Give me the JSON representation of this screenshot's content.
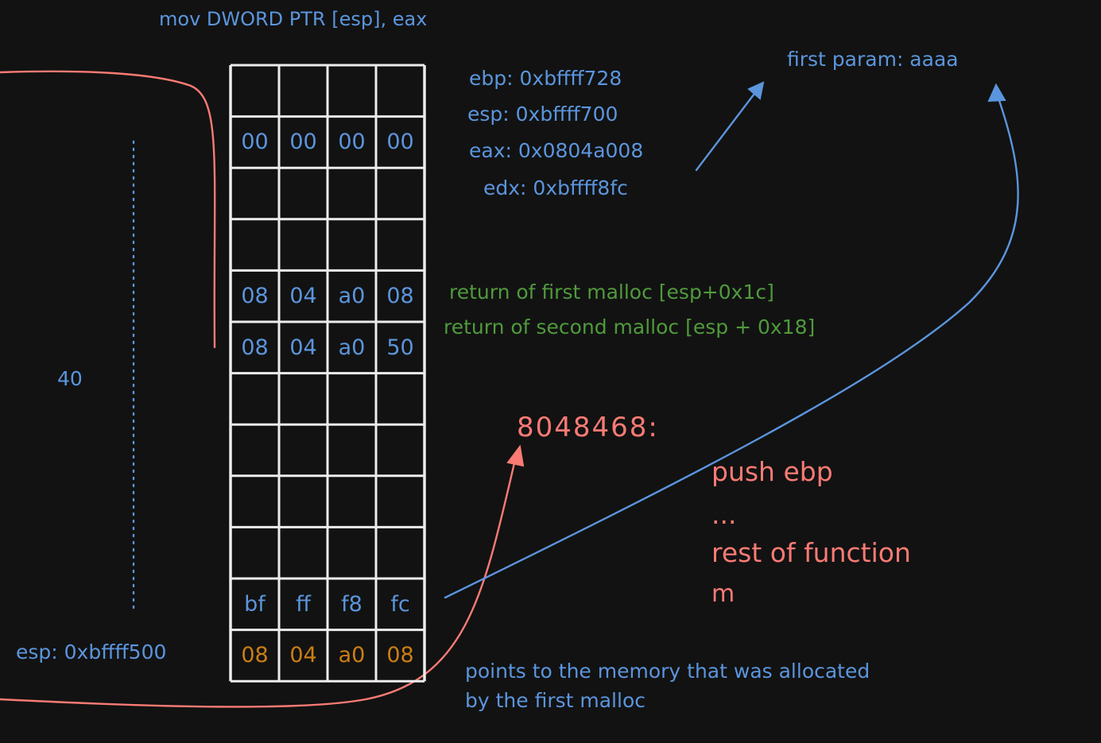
{
  "instruction": "mov DWORD PTR [esp], eax",
  "registers": [
    "ebp: 0xbffff728",
    "esp: 0xbffff700",
    "eax: 0x0804a008",
    "edx: 0xbffff8fc"
  ],
  "first_param": "first param: aaaa",
  "stack_rows": [
    [
      "",
      "",
      "",
      ""
    ],
    [
      "00",
      "00",
      "00",
      "00"
    ],
    [
      "",
      "",
      "",
      ""
    ],
    [
      "",
      "",
      "",
      ""
    ],
    [
      "08",
      "04",
      "a0",
      "08"
    ],
    [
      "08",
      "04",
      "a0",
      "50"
    ],
    [
      "",
      "",
      "",
      ""
    ],
    [
      "",
      "",
      "",
      ""
    ],
    [
      "",
      "",
      "",
      ""
    ],
    [
      "",
      "",
      "",
      ""
    ],
    [
      "bf",
      "ff",
      "f8",
      "fc"
    ],
    [
      "08",
      "04",
      "a0",
      "08"
    ]
  ],
  "row_annotations": {
    "row4": "return of first malloc [esp+0x1c]",
    "row5": "return of second malloc [esp + 0x18]"
  },
  "size_label": "40",
  "esp_label": "esp: 0xbffff500",
  "function_address": "8048468:",
  "function_lines": [
    "push ebp",
    "...",
    "rest of function",
    "m"
  ],
  "points_to_note": [
    "points to the memory that was allocated",
    "by the first malloc"
  ],
  "colors": {
    "background": "#121212",
    "grid": "#ececec",
    "blue": "#5b95dd",
    "green": "#4f9a3c",
    "red": "#fa7b74",
    "orange": "#c97e16"
  }
}
